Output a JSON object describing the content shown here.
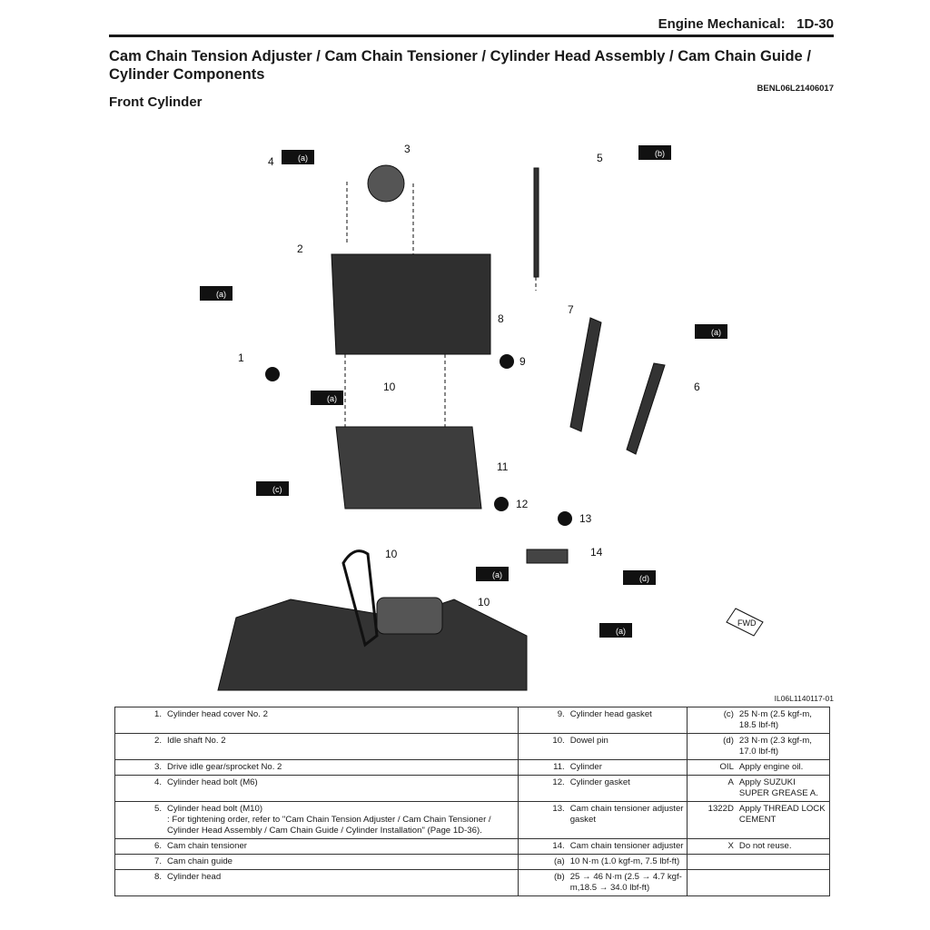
{
  "header": {
    "section": "Engine Mechanical:",
    "page": "1D-30"
  },
  "title": "Cam Chain Tension Adjuster / Cam Chain Tensioner / Cylinder Head Assembly / Cam Chain Guide / Cylinder Components",
  "doc_id": "BENL06L21406017",
  "subtitle": "Front Cylinder",
  "figure_id": "IL06L1140117-01",
  "diagram": {
    "callouts": [
      "1",
      "2",
      "3",
      "4",
      "5",
      "6",
      "7",
      "8",
      "9",
      "10",
      "11",
      "12",
      "13",
      "14",
      "10",
      "10"
    ],
    "torque_marks": [
      "(a)",
      "(a)",
      "(b)",
      "(a)",
      "(a)",
      "(c)",
      "(a)",
      "(d)",
      "(a)"
    ],
    "fwd_label": "FWD"
  },
  "legend": {
    "col1": [
      {
        "num": "1.",
        "text": "Cylinder head cover No. 2"
      },
      {
        "num": "2.",
        "text": "Idle shaft No. 2"
      },
      {
        "num": "3.",
        "text": "Drive idle gear/sprocket No. 2"
      },
      {
        "num": "4.",
        "text": "Cylinder head bolt (M6)"
      },
      {
        "num": "5.",
        "text": "Cylinder head bolt (M10)\n: For tightening order, refer to \"Cam Chain Tension Adjuster / Cam Chain Tensioner / Cylinder Head Assembly / Cam Chain Guide / Cylinder Installation\" (Page 1D-36)."
      },
      {
        "num": "6.",
        "text": "Cam chain tensioner"
      },
      {
        "num": "7.",
        "text": "Cam chain guide"
      },
      {
        "num": "8.",
        "text": "Cylinder head"
      }
    ],
    "col2": [
      {
        "num": "9.",
        "text": "Cylinder head gasket"
      },
      {
        "num": "10.",
        "text": "Dowel pin"
      },
      {
        "num": "11.",
        "text": "Cylinder"
      },
      {
        "num": "12.",
        "text": "Cylinder gasket"
      },
      {
        "num": "13.",
        "text": "Cam chain tensioner adjuster gasket"
      },
      {
        "num": "14.",
        "text": "Cam chain tensioner adjuster"
      },
      {
        "num": "(a)",
        "text": "10 N·m (1.0 kgf-m, 7.5 lbf-ft)"
      },
      {
        "num": "(b)",
        "text": "25 → 46 N·m (2.5 → 4.7 kgf-m,18.5 → 34.0 lbf-ft)"
      }
    ],
    "col3": [
      {
        "num": "(c)",
        "text": "25 N·m (2.5 kgf-m, 18.5 lbf-ft)"
      },
      {
        "num": "(d)",
        "text": "23 N·m (2.3 kgf-m, 17.0 lbf-ft)"
      },
      {
        "num": "OIL",
        "text": "Apply engine oil."
      },
      {
        "num": "A",
        "text": "Apply SUZUKI SUPER GREASE A."
      },
      {
        "num": "1322D",
        "text": "Apply THREAD LOCK CEMENT"
      },
      {
        "num": "X",
        "text": "Do not reuse."
      }
    ],
    "colon": ":"
  }
}
